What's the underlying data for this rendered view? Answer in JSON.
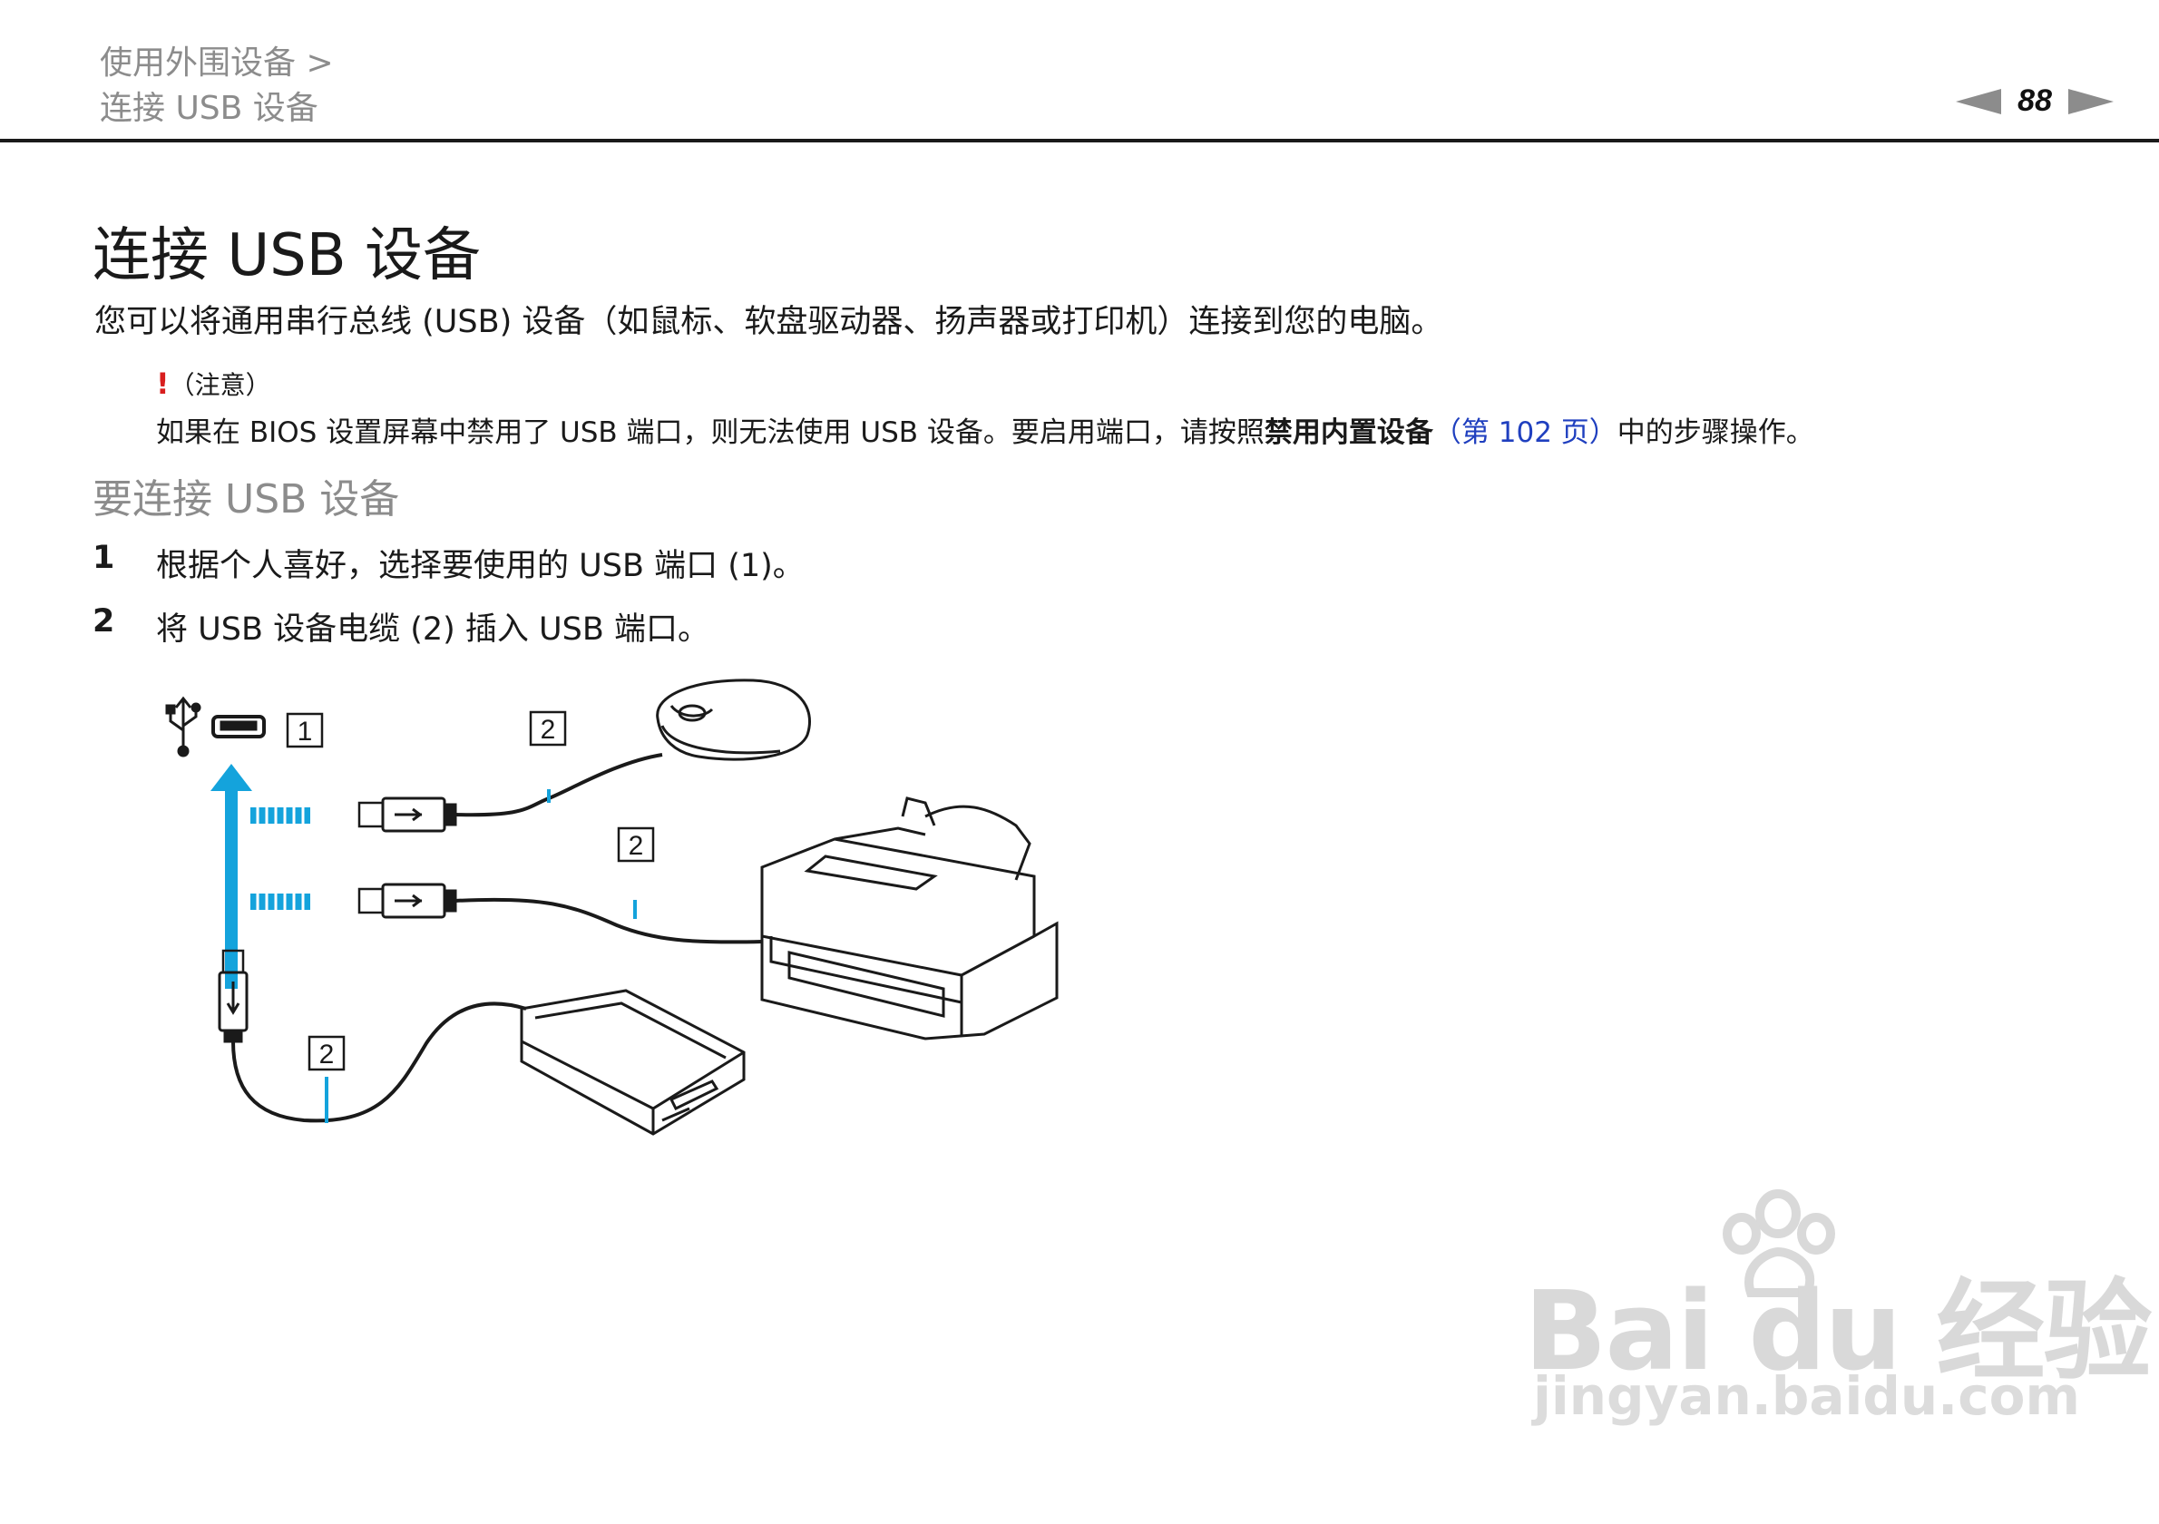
{
  "breadcrumb": {
    "line1": "使用外围设备 >",
    "line2": "连接 USB 设备"
  },
  "pager": {
    "page_number": "88",
    "prev_icon": "left-arrow-icon",
    "next_icon": "right-arrow-icon"
  },
  "page_title": "连接 USB 设备",
  "intro": "您可以将通用串行总线 (USB) 设备（如鼠标、软盘驱动器、扬声器或打印机）连接到您的电脑。",
  "note": {
    "icon": "!",
    "label": "（注意）",
    "body_before": "如果在 BIOS 设置屏幕中禁用了 USB 端口，则无法使用 USB 设备。要启用端口，请按照",
    "bold_link": "禁用内置设备",
    "page_ref": "（第 102 页）",
    "body_after": "中的步骤操作。",
    "accent_color": "#d81e1e",
    "link_color": "#1f3fbf"
  },
  "subheading": "要连接 USB 设备",
  "steps": [
    {
      "number": "1",
      "text": "根据个人喜好，选择要使用的 USB 端口 (1)。"
    },
    {
      "number": "2",
      "text": "将 USB 设备电缆 (2) 插入 USB 端口。"
    }
  ],
  "figure": {
    "callouts": [
      "1",
      "2",
      "2",
      "2"
    ],
    "usb_icon": "usb-trident-icon",
    "devices": [
      "mouse",
      "printer",
      "floppy-drive"
    ],
    "arrow_color": "#14a3dc"
  },
  "watermark": {
    "brand": "Bai du 经验",
    "url": "jingyan.baidu.com"
  }
}
